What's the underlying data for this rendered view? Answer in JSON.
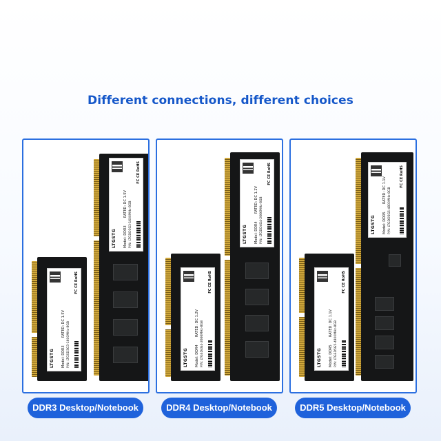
{
  "headline": "Different connections, different choices",
  "brand": "LTGSTG",
  "panels": {
    "ddr3": {
      "caption": "DDR3 Desktop/Notebook",
      "desktop": {
        "model": "Model: DDR3",
        "rated": "RATED: DC 1.5V",
        "pn": "P/N: LTGDD3G3-1600MHz-8GB"
      },
      "notebook": {
        "model": "Model: DDR3",
        "rated": "RATED: DC 1.5V",
        "pn": "P/N: LTGSD3G3-1600MHz-8GB"
      }
    },
    "ddr4": {
      "caption": "DDR4 Desktop/Notebook",
      "desktop": {
        "model": "Model: DDR4",
        "rated": "RATED: DC 1.2V",
        "pn": "P/N: LTGDD4G4-2666MHz-8GB"
      },
      "notebook": {
        "model": "Model: DDR4",
        "rated": "RATED: DC 1.2V",
        "pn": "P/N: LTGSD4G4-2666MHz-8GB"
      }
    },
    "ddr5": {
      "caption": "DDR5 Desktop/Notebook",
      "desktop": {
        "model": "Model: DDR5",
        "rated": "RATED: DC 1.1V",
        "pn": "P/N: LTGDD5G5-4800MHz-8GB"
      },
      "notebook": {
        "model": "Model: DDR5",
        "rated": "RATED: DC 1.1V",
        "pn": "P/N: LTGSD5G5-4800MHz-8GB"
      }
    }
  },
  "marks": "FC CE RoHS",
  "colors": {
    "accent": "#1f62db",
    "panel_border": "#2b6fe0",
    "headline": "#1557c9",
    "pcb": "#151617",
    "gold_pins": "#d2a93c"
  }
}
